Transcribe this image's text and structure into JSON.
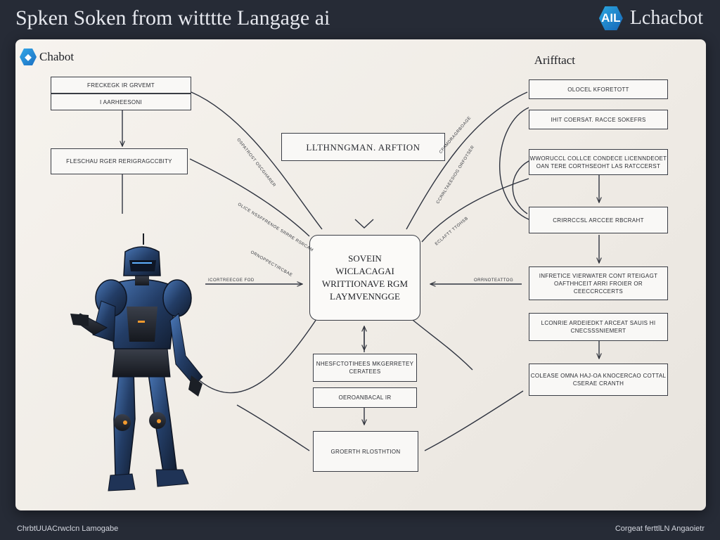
{
  "header": {
    "title": "Spken Soken from witttte Langage ai",
    "brand_logo": "AIL",
    "brand_name": "Lchacbot"
  },
  "panel": {
    "chatbot_label": "Chabot",
    "chatbot_icon": "chat-bubble-icon",
    "artifact_label": "Arifftact"
  },
  "diagram": {
    "left_boxes": [
      "FRECKEGK IR GRVEMT",
      "I AARHEESONI",
      "FLESCHAU RGER RERIGRAGCCBITY"
    ],
    "top_center": "LLTHNNGMAN. ARFTION",
    "center_lines": [
      "SOVEIN",
      "WICLACAGAI",
      "WRITTIONAVE RGM",
      "LAYMVENNGGE"
    ],
    "lower_center": [
      "NHESFCTOTIHEES MKGERRETEY CERATEES",
      "OEROANBACAL IR",
      "GROERTH RLOSTHTION"
    ],
    "right_boxes": [
      "OLOCEL KFORETOTT",
      "IHIT COERSAT. RACCE SOKEFRS",
      "WWORUCCL COLLCE CONDECE LICENNDEOET OAN TERE CORTHSEOHT LAS RATCCERST",
      "CRIRRCCSL ARCCEE RBCRAHT",
      "INFRETICE VIERWATER CONT RTEIGAGT OAFTHHCEIT ARRI FROIER OR CEECCRCCERTS",
      "LCONRIE ARDEIEDKT ARCEAT SAUIS HI CNECSSSNIEMERT",
      "COLEASE OMNA HAJ-OA KNOCERCAO COTTAL CSERAE CRANTH"
    ],
    "wire_labels": [
      "OSPATROST OSCGHARER",
      "OLICE NSSFFRENOE SRRRE RSRCAM",
      "ICORTREECGE FOD",
      "CCRRLTAEESIOG ORFOTSER",
      "ORRNOTEATTOG",
      "ECLAFTT TTOHSB",
      "ORNOPPECTIRCBAE",
      "CPAMDRAGRBOAGE"
    ],
    "robot_icon": "robot-icon",
    "down_chevron_icon": "chevron-down-icon"
  },
  "footer": {
    "left": "ChrbtUUACrwclcn Lamogabe",
    "right": "Corgeat ferttlLN Angaoietr"
  }
}
